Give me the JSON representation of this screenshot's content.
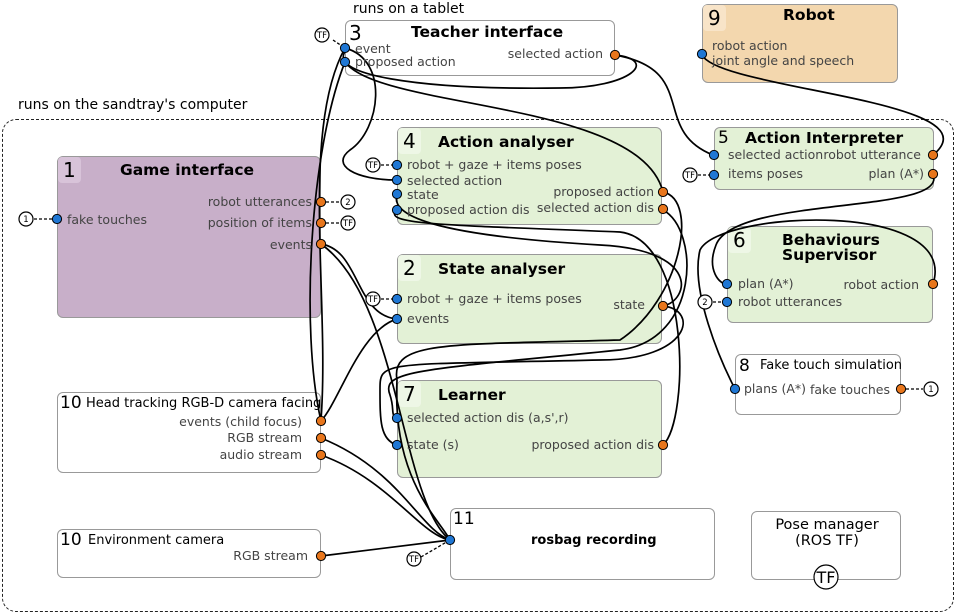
{
  "regions": {
    "tablet": "runs on a tablet",
    "sandtray": "runs on the sandtray's computer"
  },
  "colors": {
    "input_port": "#1f77d4",
    "output_port": "#e8761c",
    "green_node": "#e3f1d6",
    "purple_node": "#c8afc9",
    "orange_node": "#f3d7ae"
  },
  "nodes": {
    "game": {
      "num": "1",
      "title": "Game interface",
      "in_fake": "fake touches",
      "out_utter": "robot utterances",
      "out_pos": "position of items",
      "out_events": "events"
    },
    "teacher": {
      "num": "3",
      "title": "Teacher interface",
      "in_event": "event",
      "in_proposed": "proposed action",
      "out_selected": "selected action"
    },
    "robot": {
      "num": "9",
      "title": "Robot",
      "in_robot_action": "robot action",
      "in_joint": "joint angle and speech"
    },
    "action_analyser": {
      "num": "4",
      "title": "Action analyser",
      "in_rgi": "robot + gaze + items poses",
      "in_selected": "selected action",
      "in_state": "state",
      "in_proposed_dis": "proposed action dis",
      "out_proposed": "proposed action",
      "out_selected_dis": "selected action dis"
    },
    "interpreter": {
      "num": "5",
      "title": "Action Interpreter",
      "in_selected": "selected action",
      "in_items": "items poses",
      "out_utter": "robot utterance",
      "out_plan": "plan (A*)"
    },
    "state_analyser": {
      "num": "2",
      "title": "State analyser",
      "in_rgi": "robot + gaze + items poses",
      "in_events": "events",
      "out_state": "state"
    },
    "supervisor": {
      "num": "6",
      "title_line1": "Behaviours",
      "title_line2": "Supervisor",
      "in_plan": "plan (A*)",
      "in_utter": "robot utterances",
      "out_robot_action": "robot action"
    },
    "learner": {
      "num": "7",
      "title": "Learner",
      "in_selected": "selected action dis (a,s',r)",
      "in_state": "state (s)",
      "out_proposed": "proposed action dis"
    },
    "fake_touch": {
      "num": "8",
      "title": "Fake touch simulation",
      "in_plans": "plans (A*)",
      "out_fake": "fake touches"
    },
    "head_tracking": {
      "num": "10",
      "title": "Head tracking RGB-D camera facing",
      "out_events": "events (child focus)",
      "out_rgb": "RGB stream",
      "out_audio": "audio stream"
    },
    "env_camera": {
      "num": "10",
      "title": "Environment camera",
      "out_rgb": "RGB stream"
    },
    "rosbag": {
      "num": "11",
      "title": "rosbag recording"
    },
    "pose_manager": {
      "line1": "Pose manager",
      "line2": "(ROS TF)",
      "badge": "TF"
    }
  },
  "badges": {
    "tf": "TF",
    "one": "1",
    "two": "2"
  }
}
